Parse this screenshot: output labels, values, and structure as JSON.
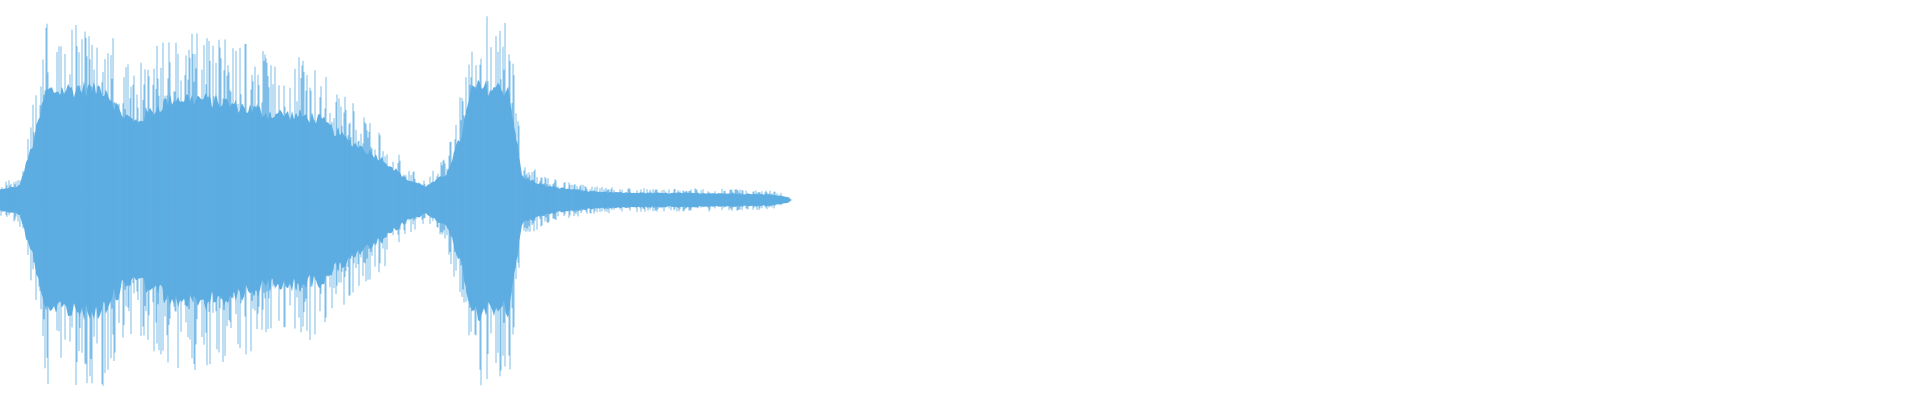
{
  "waveform": {
    "color": "#5dade2",
    "background": "#ffffff",
    "envelope": [
      {
        "t": 0.0,
        "amp": 0.09
      },
      {
        "t": 0.01,
        "amp": 0.12
      },
      {
        "t": 0.018,
        "amp": 0.55
      },
      {
        "t": 0.024,
        "amp": 0.95
      },
      {
        "t": 0.04,
        "amp": 0.98
      },
      {
        "t": 0.055,
        "amp": 0.98
      },
      {
        "t": 0.062,
        "amp": 0.78
      },
      {
        "t": 0.07,
        "amp": 0.68
      },
      {
        "t": 0.09,
        "amp": 0.9
      },
      {
        "t": 0.11,
        "amp": 0.88
      },
      {
        "t": 0.14,
        "amp": 0.76
      },
      {
        "t": 0.155,
        "amp": 0.74
      },
      {
        "t": 0.165,
        "amp": 0.72
      },
      {
        "t": 0.18,
        "amp": 0.54
      },
      {
        "t": 0.2,
        "amp": 0.35
      },
      {
        "t": 0.212,
        "amp": 0.18
      },
      {
        "t": 0.222,
        "amp": 0.12
      },
      {
        "t": 0.232,
        "amp": 0.22
      },
      {
        "t": 0.24,
        "amp": 0.55
      },
      {
        "t": 0.246,
        "amp": 0.98
      },
      {
        "t": 0.265,
        "amp": 0.98
      },
      {
        "t": 0.272,
        "amp": 0.2
      },
      {
        "t": 0.285,
        "amp": 0.12
      },
      {
        "t": 0.31,
        "amp": 0.07
      },
      {
        "t": 0.34,
        "amp": 0.06
      },
      {
        "t": 0.37,
        "amp": 0.06
      },
      {
        "t": 0.4,
        "amp": 0.05
      },
      {
        "t": 0.41,
        "amp": 0.03
      },
      {
        "t": 0.412,
        "amp": 0.0
      },
      {
        "t": 1.0,
        "amp": 0.0
      }
    ]
  }
}
